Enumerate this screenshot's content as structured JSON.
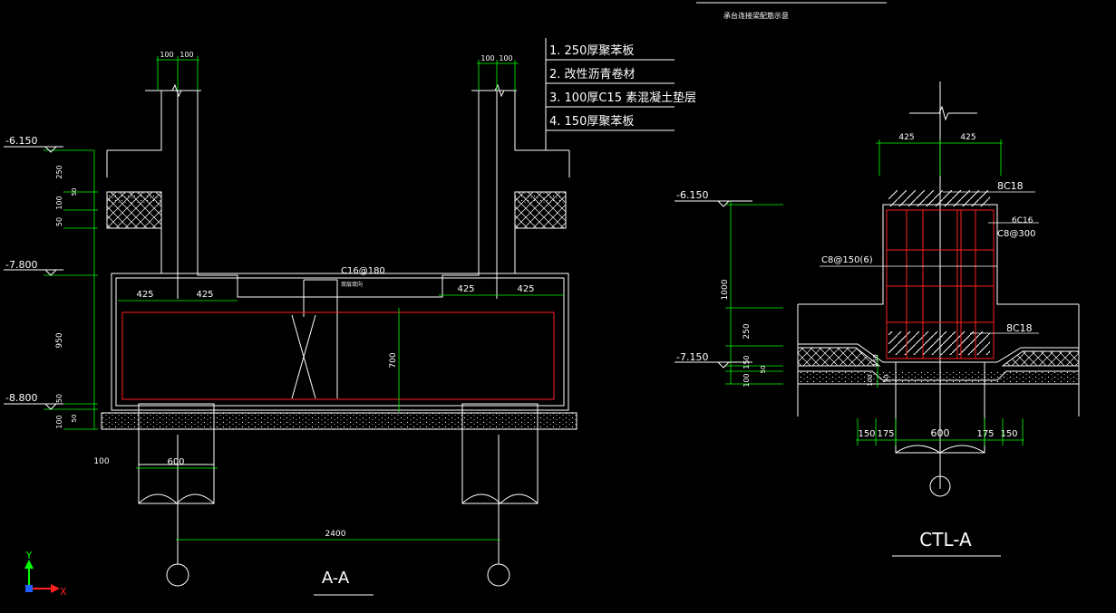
{
  "colors": {
    "background": "#000000",
    "line": "#ffffff",
    "dimension": "#00ff00",
    "rebar": "#ff2020",
    "ucs_y": "#00ff00",
    "ucs_x": "#ff2020",
    "ucs_origin": "#2060ff"
  },
  "section_aa": {
    "title": "A-A",
    "dims": {
      "top_left": [
        "100",
        "100"
      ],
      "top_right": [
        "100",
        "100"
      ],
      "beam_left": [
        "425",
        "425"
      ],
      "beam_right": [
        "425",
        "425"
      ],
      "height_700": "700",
      "bottom_600": "600",
      "bottom_100": "100",
      "span_2400": "2400",
      "left_stack": [
        "250",
        "50",
        "100",
        "50",
        "950",
        "50",
        "100",
        "50"
      ]
    },
    "elevations": [
      "-6.150",
      "-7.800",
      "-8.800"
    ],
    "rebar_label": "C16@180",
    "rebar_sublabel": "双层双向"
  },
  "legend": {
    "items": [
      "1. 250厚聚苯板",
      "2. 改性沥青卷材",
      "3. 100厚C15 素混凝土垫层",
      "4. 150厚聚苯板"
    ]
  },
  "section_ctl": {
    "title": "CTL-A",
    "header_note": "承台连接梁配筋示意",
    "dims": {
      "top": [
        "425",
        "425"
      ],
      "bottom": [
        "150",
        "175",
        "600",
        "175",
        "150"
      ],
      "left_stack": [
        "1000",
        "250",
        "150",
        "50",
        "100"
      ],
      "small_150": "150",
      "small_100": "100",
      "small_50": "50"
    },
    "elevations": [
      "-6.150",
      "-7.150"
    ],
    "rebar_labels": [
      "8C18",
      "6C16",
      "C8@300",
      "C8@150(6)",
      "8C18"
    ]
  },
  "ucs": {
    "y_label": "Y",
    "x_label": "X"
  }
}
